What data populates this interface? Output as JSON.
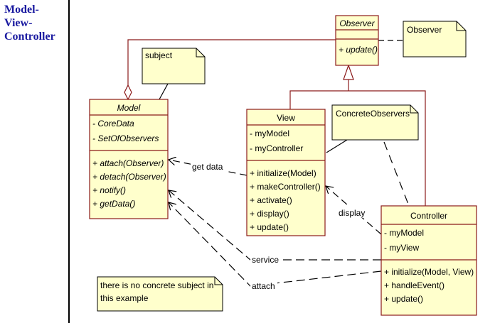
{
  "title": "Model-\nView-\nController",
  "title_lines": [
    "Model-",
    "View-",
    "Controller"
  ],
  "colors": {
    "box_fill": "#ffffcc",
    "box_stroke": "#8b1a1a",
    "title_color": "#1a1aa0",
    "line": "#000000"
  },
  "classes": {
    "observer": {
      "name": "Observer",
      "name_italic": true,
      "attributes": [],
      "operations": [
        "+ update()"
      ],
      "operations_italic": true
    },
    "model": {
      "name": "Model",
      "name_italic": true,
      "attributes": [
        "- CoreData",
        "- SetOfObservers"
      ],
      "attributes_italic": true,
      "operations": [
        "+ attach(Observer)",
        "+ detach(Observer)",
        "+ notify()",
        "+ getData()"
      ],
      "operations_italic": true
    },
    "view": {
      "name": "View",
      "name_italic": false,
      "attributes": [
        "- myModel",
        "- myController"
      ],
      "operations": [
        "+ initialize(Model)",
        "+ makeController()",
        "+ activate()",
        "+ display()",
        "+ update()"
      ]
    },
    "controller": {
      "name": "Controller",
      "name_italic": false,
      "attributes": [
        "- myModel",
        "- myView"
      ],
      "operations": [
        "+ initialize(Model, View)",
        "+ handleEvent()",
        "+ update()"
      ]
    }
  },
  "notes": {
    "observer_note": [
      "Observer"
    ],
    "subject_note": [
      "subject"
    ],
    "concrete_note": [
      "ConcreteObservers"
    ],
    "no_subject_note": [
      "there is no concrete subject in",
      "this example"
    ]
  },
  "labels": {
    "get_data": "get data",
    "display": "display",
    "service": "service",
    "attach": "attach"
  }
}
